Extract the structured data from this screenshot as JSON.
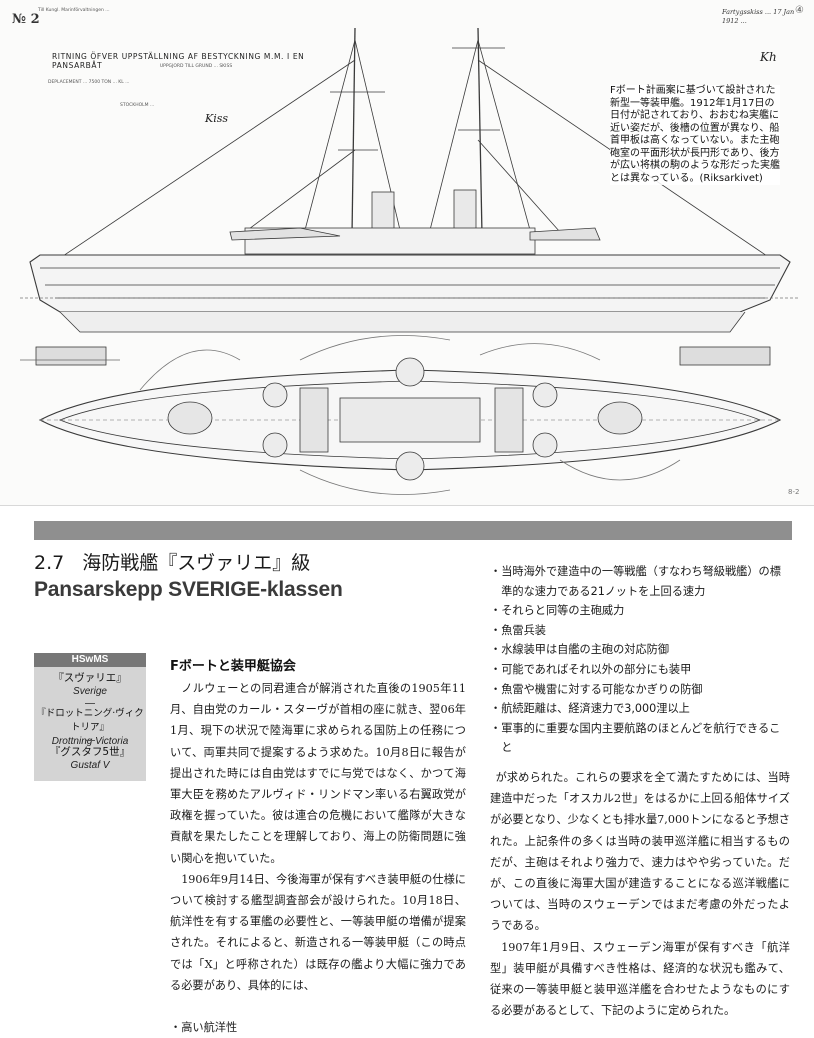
{
  "plate": {
    "number": "№ 2",
    "header_small": "Till Kungl. Marinförvaltningen ... ",
    "title": "RITNING ÖFVER UPPSTÄLLNING AF BESTYCKNING M.M. I EN PANSARBÅT",
    "subtitle": "UPPGJORD TILL GRUND ... SKISS",
    "notes": "DEPLACEMENT ... 7500 TON ... KL ... ",
    "small_line": "STOCKHOLM ...",
    "handwriting": "Fartygsskiss ... 17 Jan 1912 ...",
    "signature": "Kiss",
    "signature2": "Kh",
    "circled_number": "④",
    "corner_mark": "8-2"
  },
  "caption": "Fボート計画案に基づいて設計された新型一等装甲艦。1912年1月17日の日付が記されており、おおむね実艦に近い姿だが、後檣の位置が異なり、船首甲板は高くなっていない。また主砲砲室の平面形状が長円形であり、後方が広い将棋の駒のような形だった実艦とは異なっている。(Riksarkivet)",
  "section": {
    "number": "2.7",
    "title_jp": "海防戦艦『スヴァリエ』級",
    "title_en": "Pansarskepp SVERIGE-klassen"
  },
  "sidebox": {
    "header": "HSwMS",
    "ships": [
      {
        "jp": "『スヴァリエ』",
        "en": "Sverige"
      },
      {
        "jp": "『ドロットニング·ヴィクトリア』",
        "en": "Drottning Victoria"
      },
      {
        "jp": "『グスタフ5世』",
        "en": "Gustaf V"
      }
    ]
  },
  "subhead": "Fボートと装甲艇協会",
  "col1_paragraphs": [
    "ノルウェーとの同君連合が解消された直後の1905年11月、自由党のカール・スターヴが首相の座に就き、翌06年1月、現下の状況で陸海軍に求められる国防上の任務について、両軍共同で提案するよう求めた。10月8日に報告が提出された時には自由党はすでに与党ではなく、かつて海軍大臣を務めたアルヴィド・リンドマン率いる右翼政党が政権を握っていた。彼は連合の危機において艦隊が大きな貢献を果たしたことを理解しており、海上の防衛問題に強い関心を抱いていた。",
    "1906年9月14日、今後海軍が保有すべき装甲艇の仕様について検討する艦型調査部会が設けられた。10月18日、航洋性を有する軍艦の必要性と、一等装甲艇の増備が提案された。それによると、新造される一等装甲艇（この時点では「X」と呼称された）は既存の艦より大幅に強力である必要があり、具体的には、"
  ],
  "col1_bullet": "・高い航洋性",
  "col2_bullets": [
    "・当時海外で建造中の一等戦艦（すなわち弩級戦艦）の標準的な速力である21ノットを上回る速力",
    "・それらと同等の主砲威力",
    "・魚雷兵装",
    "・水線装甲は自艦の主砲の対応防御",
    "・可能であればそれ以外の部分にも装甲",
    "・魚雷や機雷に対する可能なかぎりの防御",
    "・航続距離は、経済速力で3,000浬以上",
    "・軍事的に重要な国内主要航路のほとんどを航行できること"
  ],
  "col2_paragraphs": [
    "が求められた。これらの要求を全て満たすためには、当時建造中だった「オスカル2世」をはるかに上回る船体サイズが必要となり、少なくとも排水量7,000トンになると予想された。上記条件の多くは当時の装甲巡洋艦に相当するものだが、主砲はそれより強力で、速力はやや劣っていた。だが、この直後に海軍大国が建造することになる巡洋戦艦については、当時のスウェーデンではまだ考慮の外だったようである。",
    "1907年1月9日、スウェーデン海軍が保有すべき「航洋型」装甲艇が具備すべき性格は、経済的な状況も鑑みて、従来の一等装甲艇と装甲巡洋艦を合わせたようなものにする必要があるとして、下記のように定められた。"
  ]
}
